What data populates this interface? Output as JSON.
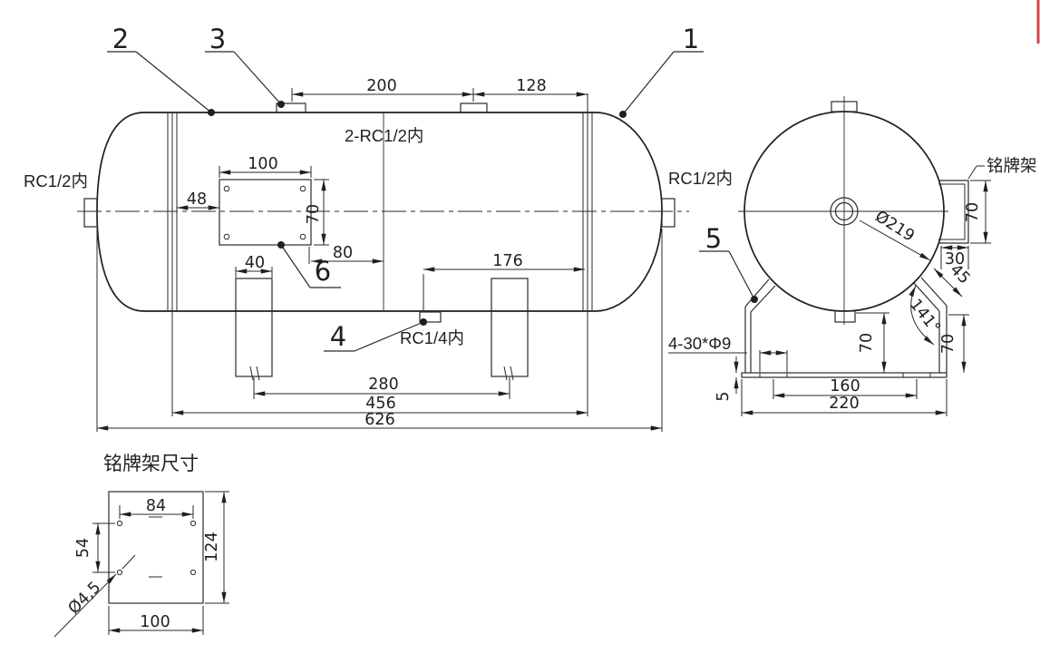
{
  "colors": {
    "line": "#1f1f1f",
    "red_edge_marker": "#cf4747"
  },
  "front_view": {
    "port_left": "RC1/2内",
    "port_right": "RC1/2内",
    "ports_top_note": "2-RC1/2内",
    "port_bottom": "RC1/4内",
    "dims": {
      "top_span_1": "200",
      "top_span_2": "128",
      "plate_width": "100",
      "plate_height": "70",
      "plate_offset": "48",
      "plate_to_center": "80",
      "leg_width": "40",
      "drain_to_seam": "176",
      "leg_spacing": "280",
      "seam_span": "456",
      "overall_length": "626"
    }
  },
  "side_view": {
    "shell_diameter": "Ø219",
    "nameplate_label": "铭牌架",
    "bracket_height": "70",
    "bracket_depth": "30",
    "leg_segment": "45",
    "bend_angle": "141°",
    "height_center": "70",
    "height_right": "70",
    "slot_spacing": "160",
    "base_width": "220",
    "base_thickness": "5",
    "slots_note": "4-30*Φ9"
  },
  "nameplate_detail": {
    "title": "铭牌架尺寸",
    "hole_span_x": "84",
    "hole_span_y": "54",
    "hole_diameter": "Ø4,5",
    "plate_height": "124",
    "plate_width": "100"
  },
  "item_labels": {
    "item1": "1",
    "item2": "2",
    "item3": "3",
    "item4": "4",
    "item5": "5",
    "item6": "6"
  }
}
